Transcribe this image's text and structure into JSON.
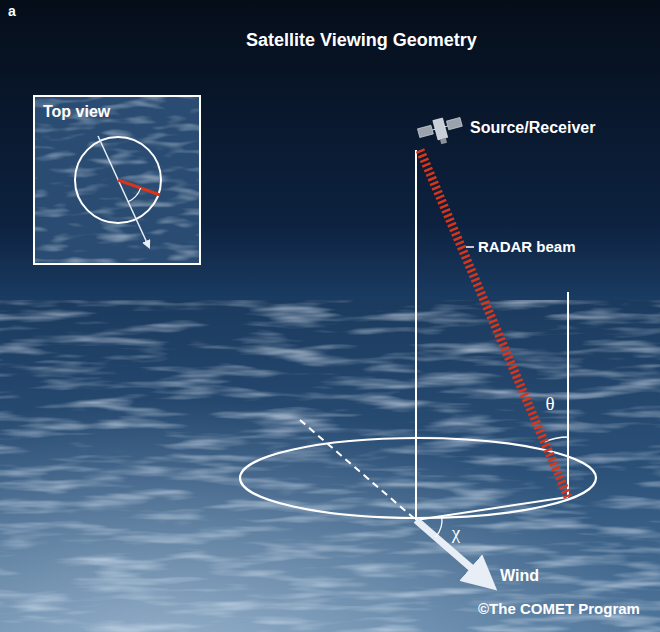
{
  "diagram": {
    "title": "Satellite Viewing Geometry",
    "nodes": [
      {
        "text": [
          "Top view"
        ]
      }
    ],
    "labels": [
      "a",
      "Source/Receiver",
      "RADAR beam",
      "θ",
      "χ",
      "Wind",
      "©The COMET Program"
    ]
  }
}
